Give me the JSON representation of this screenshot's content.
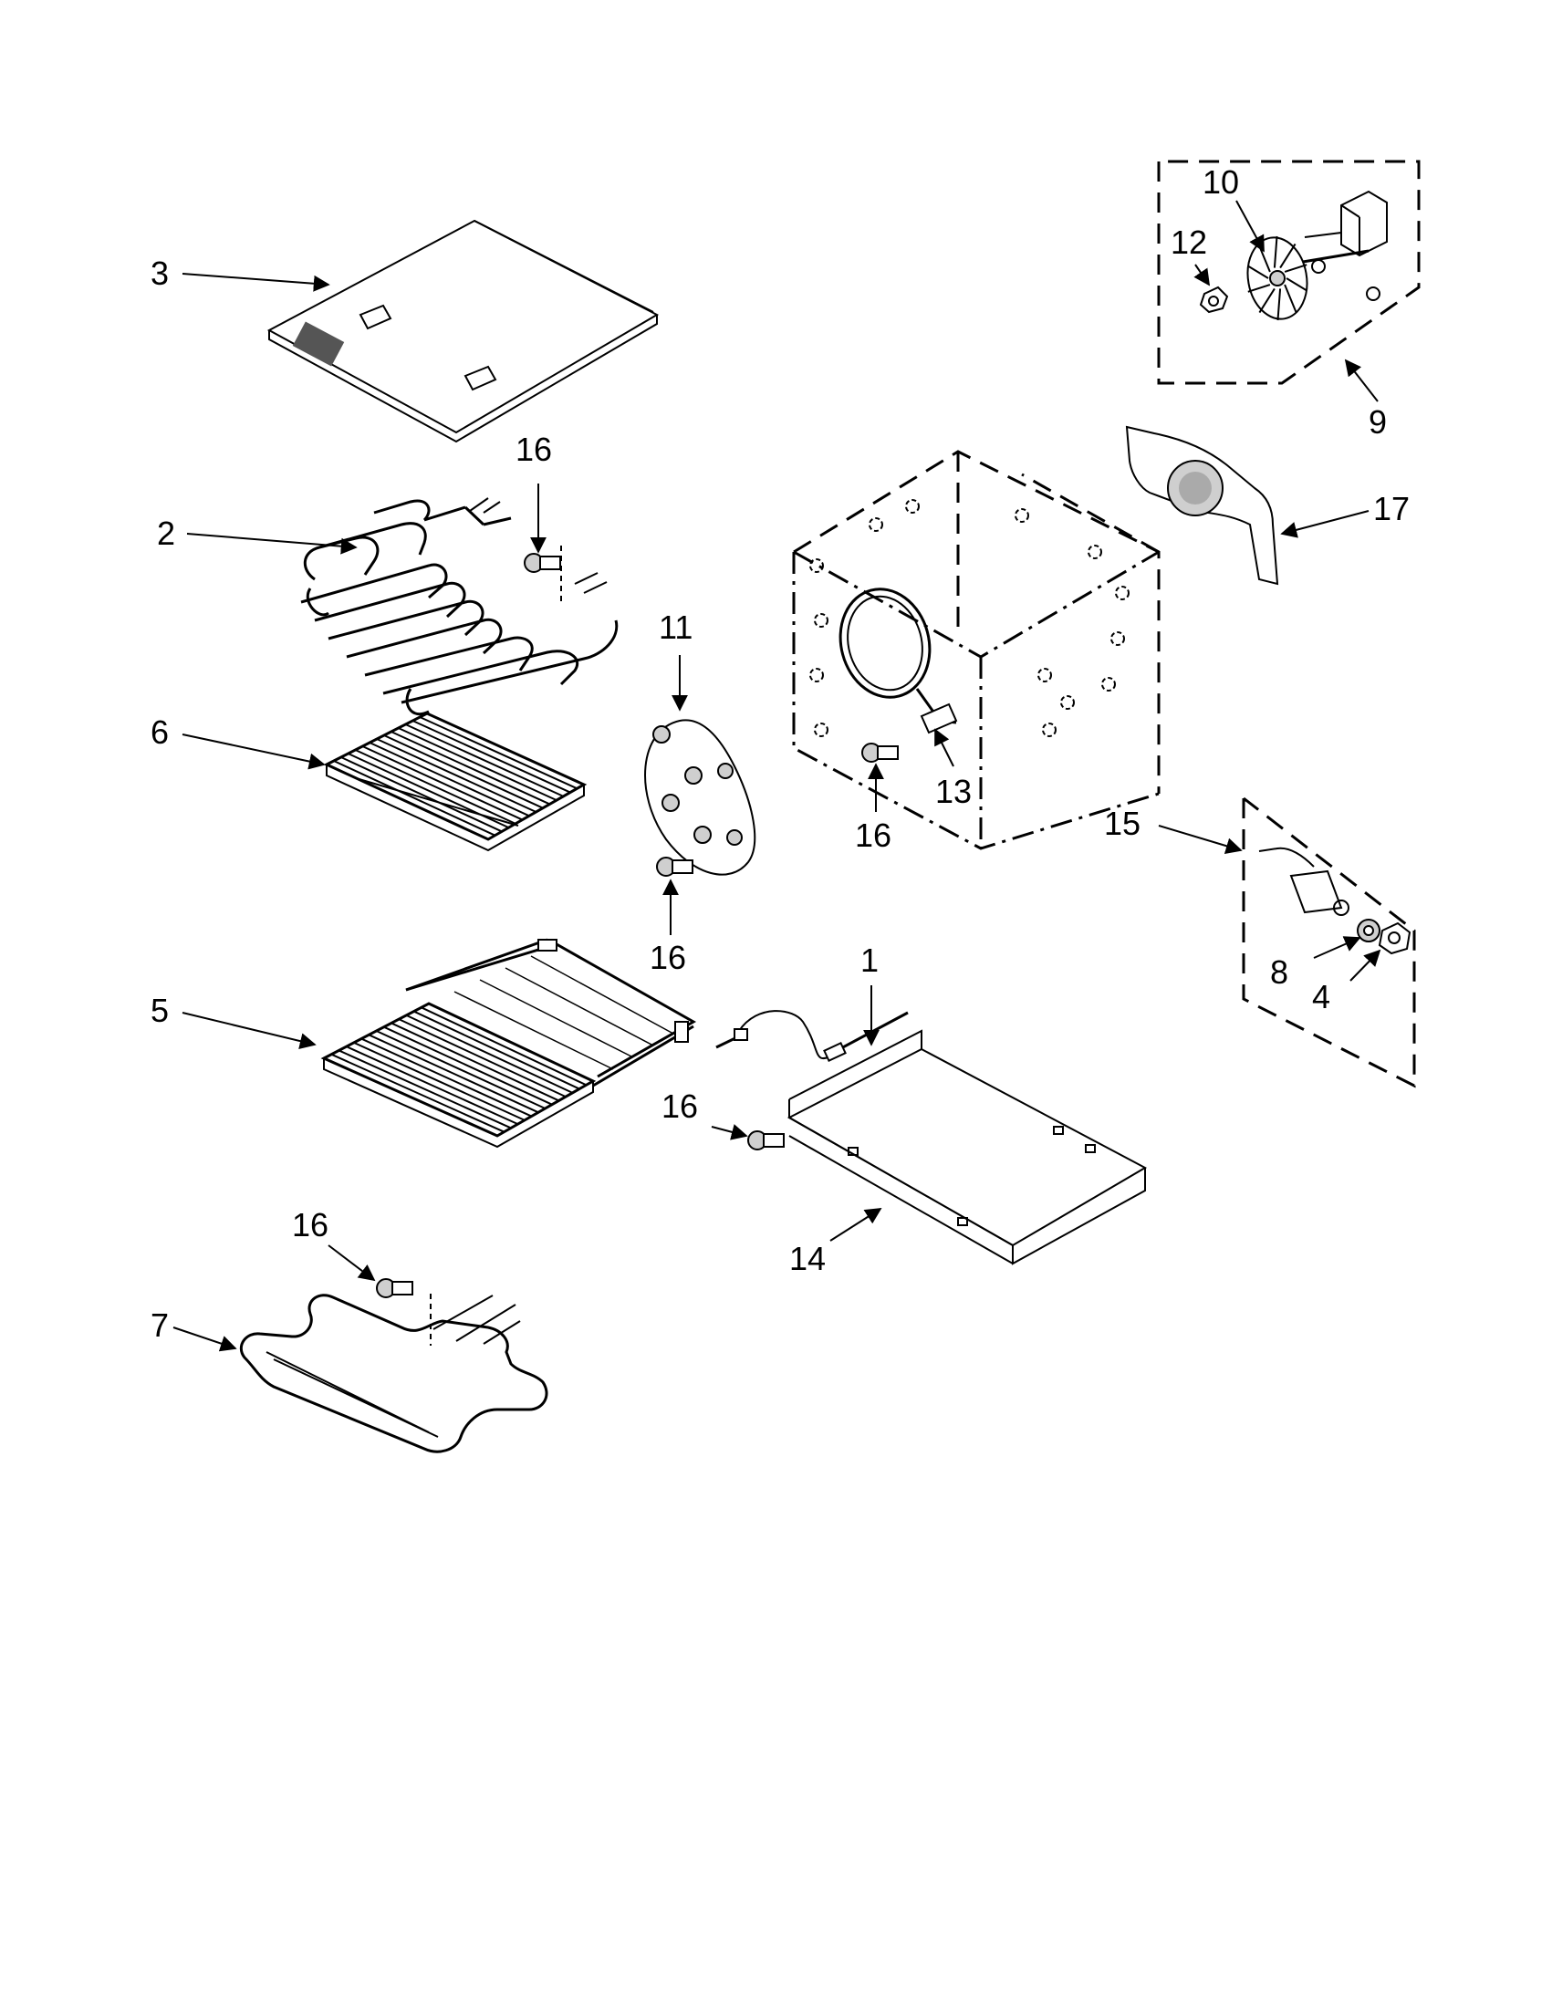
{
  "callouts": {
    "c1": "1",
    "c2": "2",
    "c3": "3",
    "c4": "4",
    "c5": "5",
    "c6": "6",
    "c7": "7",
    "c8": "8",
    "c9": "9",
    "c10": "10",
    "c11": "11",
    "c12": "12",
    "c13": "13",
    "c14": "14",
    "c15": "15",
    "c16a": "16",
    "c16b": "16",
    "c16c": "16",
    "c16d": "16",
    "c16e": "16",
    "c17": "17"
  }
}
